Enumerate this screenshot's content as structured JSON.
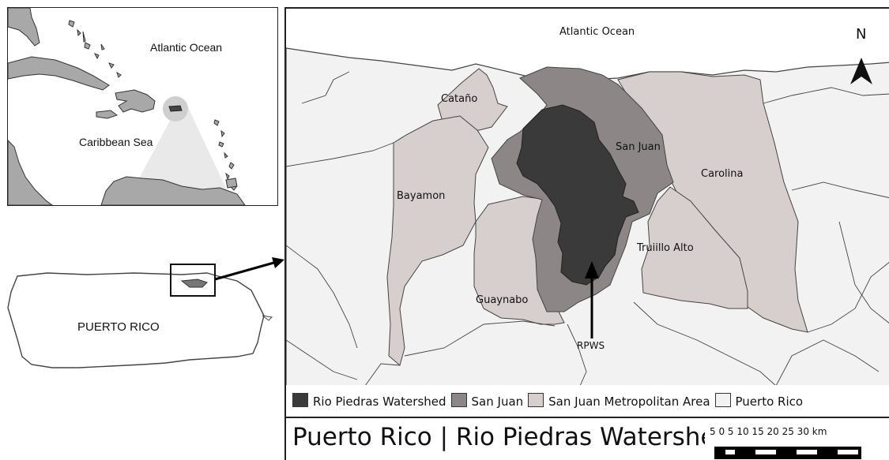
{
  "caribbean_inset": {
    "labels": {
      "atlantic": "Atlantic Ocean",
      "caribbean": "Caribbean Sea"
    }
  },
  "pr_inset": {
    "label": "PUERTO RICO"
  },
  "main_map": {
    "ocean_label": "Atlantic Ocean",
    "north_label": "N",
    "municipalities": {
      "catano": "Cataño",
      "san_juan": "San Juan",
      "carolina": "Carolina",
      "bayamon": "Bayamon",
      "trujillo_alto": "Truiillo Alto",
      "guaynabo": "Guaynabo"
    },
    "watershed_label": "RPWS"
  },
  "legend": {
    "items": [
      {
        "label": "Rio Piedras Watershed",
        "color": "#3a3a3a"
      },
      {
        "label": "San Juan",
        "color": "#8c8686"
      },
      {
        "label": "San Juan Metropolitan Area",
        "color": "#d6cfcd"
      },
      {
        "label": "Puerto Rico",
        "color": "#f2f2f2"
      }
    ]
  },
  "title": "Puerto Rico | Rio Piedras Watershed",
  "scale": {
    "ticks": [
      "5",
      "0",
      "5",
      "10",
      "15",
      "20",
      "25",
      "30"
    ],
    "unit": "km"
  },
  "colors": {
    "watershed": "#3a3a3a",
    "san_juan": "#8c8686",
    "metro": "#d6cfcd",
    "land": "#f2f2f2",
    "caribbean_land": "#a8a8a8"
  }
}
